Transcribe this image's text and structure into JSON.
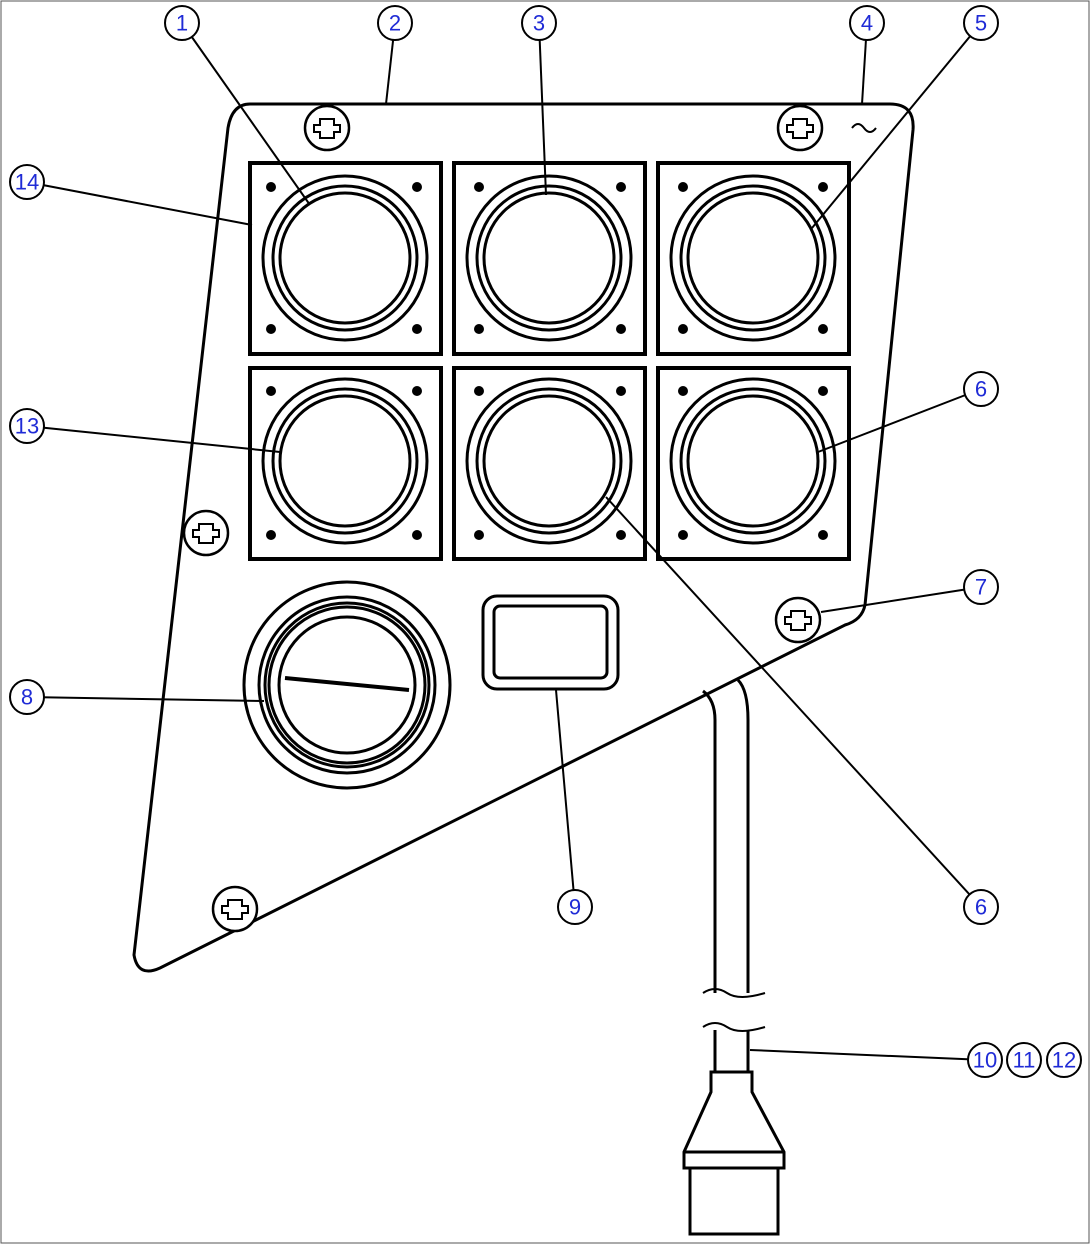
{
  "callouts": {
    "c1": "1",
    "c2": "2",
    "c3": "3",
    "c4": "4",
    "c5": "5",
    "c6a": "6",
    "c6b": "6",
    "c7": "7",
    "c8": "8",
    "c9": "9",
    "c10": "10",
    "c11": "11",
    "c12": "12",
    "c13": "13",
    "c14": "14"
  },
  "colors": {
    "callout_text": "#1f2bd6",
    "line": "#000000",
    "background": "#ffffff"
  }
}
